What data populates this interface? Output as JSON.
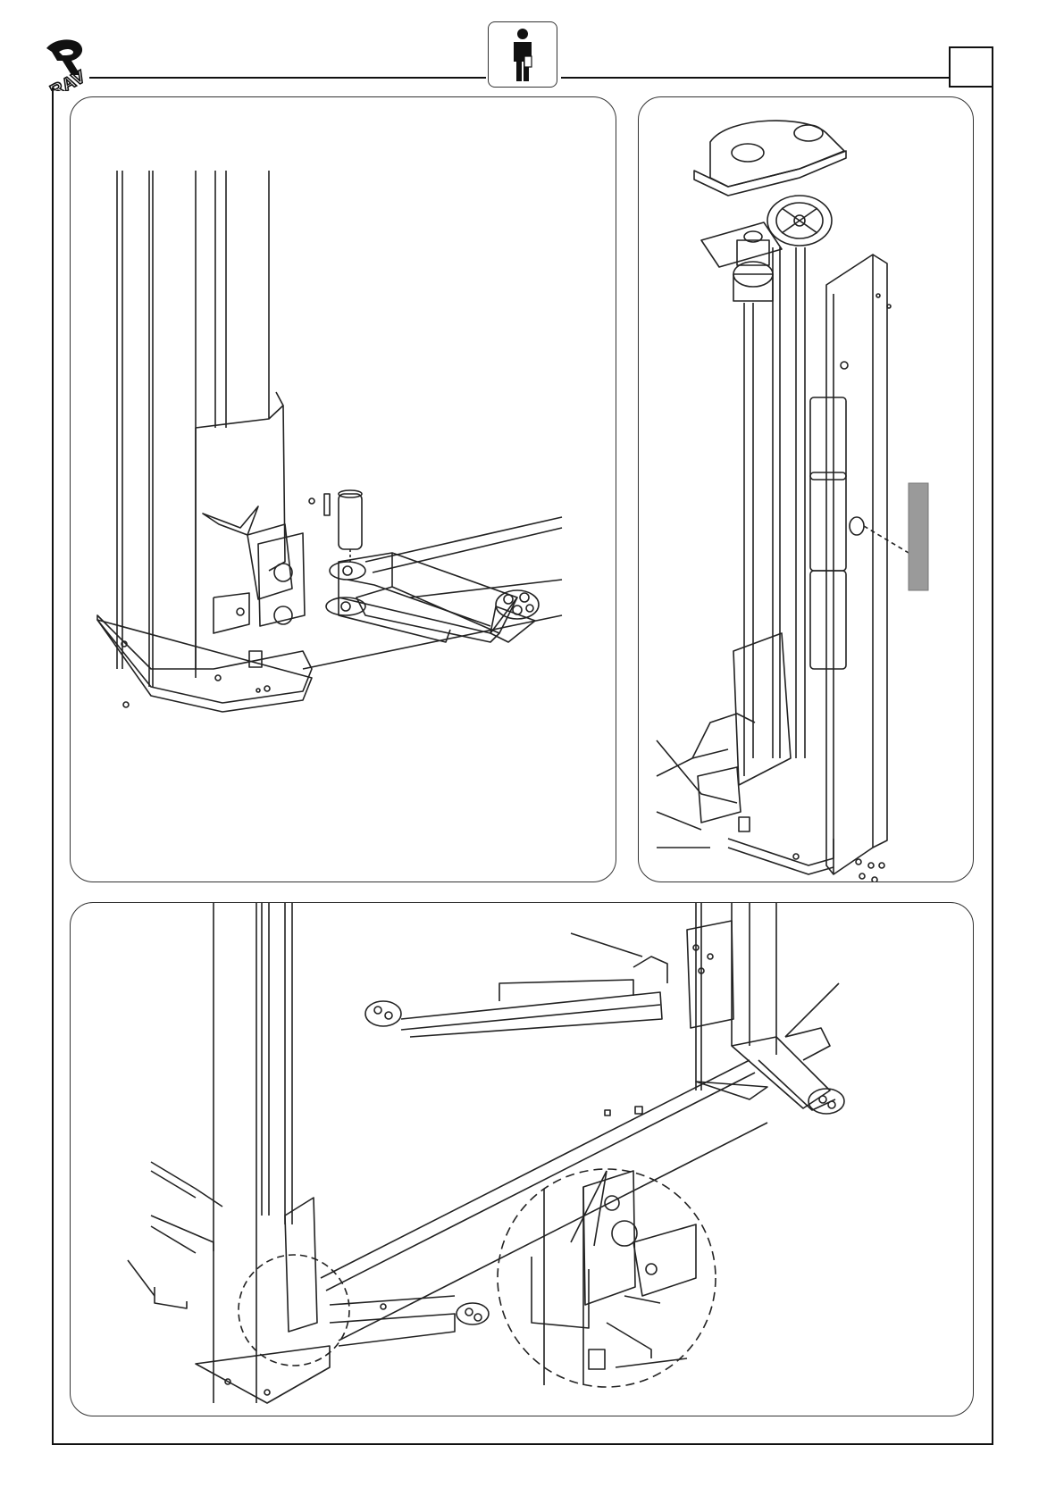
{
  "header": {
    "logo_text": "RAV",
    "logo_icon": "rav-logo-icon",
    "operator_icon": "person-icon",
    "page_number": ""
  },
  "panels": [
    {
      "id": "panel-arm-pin-install",
      "illustration": "lift-arm-pin-assembly"
    },
    {
      "id": "panel-column-assembly",
      "illustration": "lift-column-exploded-view"
    },
    {
      "id": "panel-lift-overview",
      "illustration": "two-post-lift-arms-overview"
    }
  ]
}
